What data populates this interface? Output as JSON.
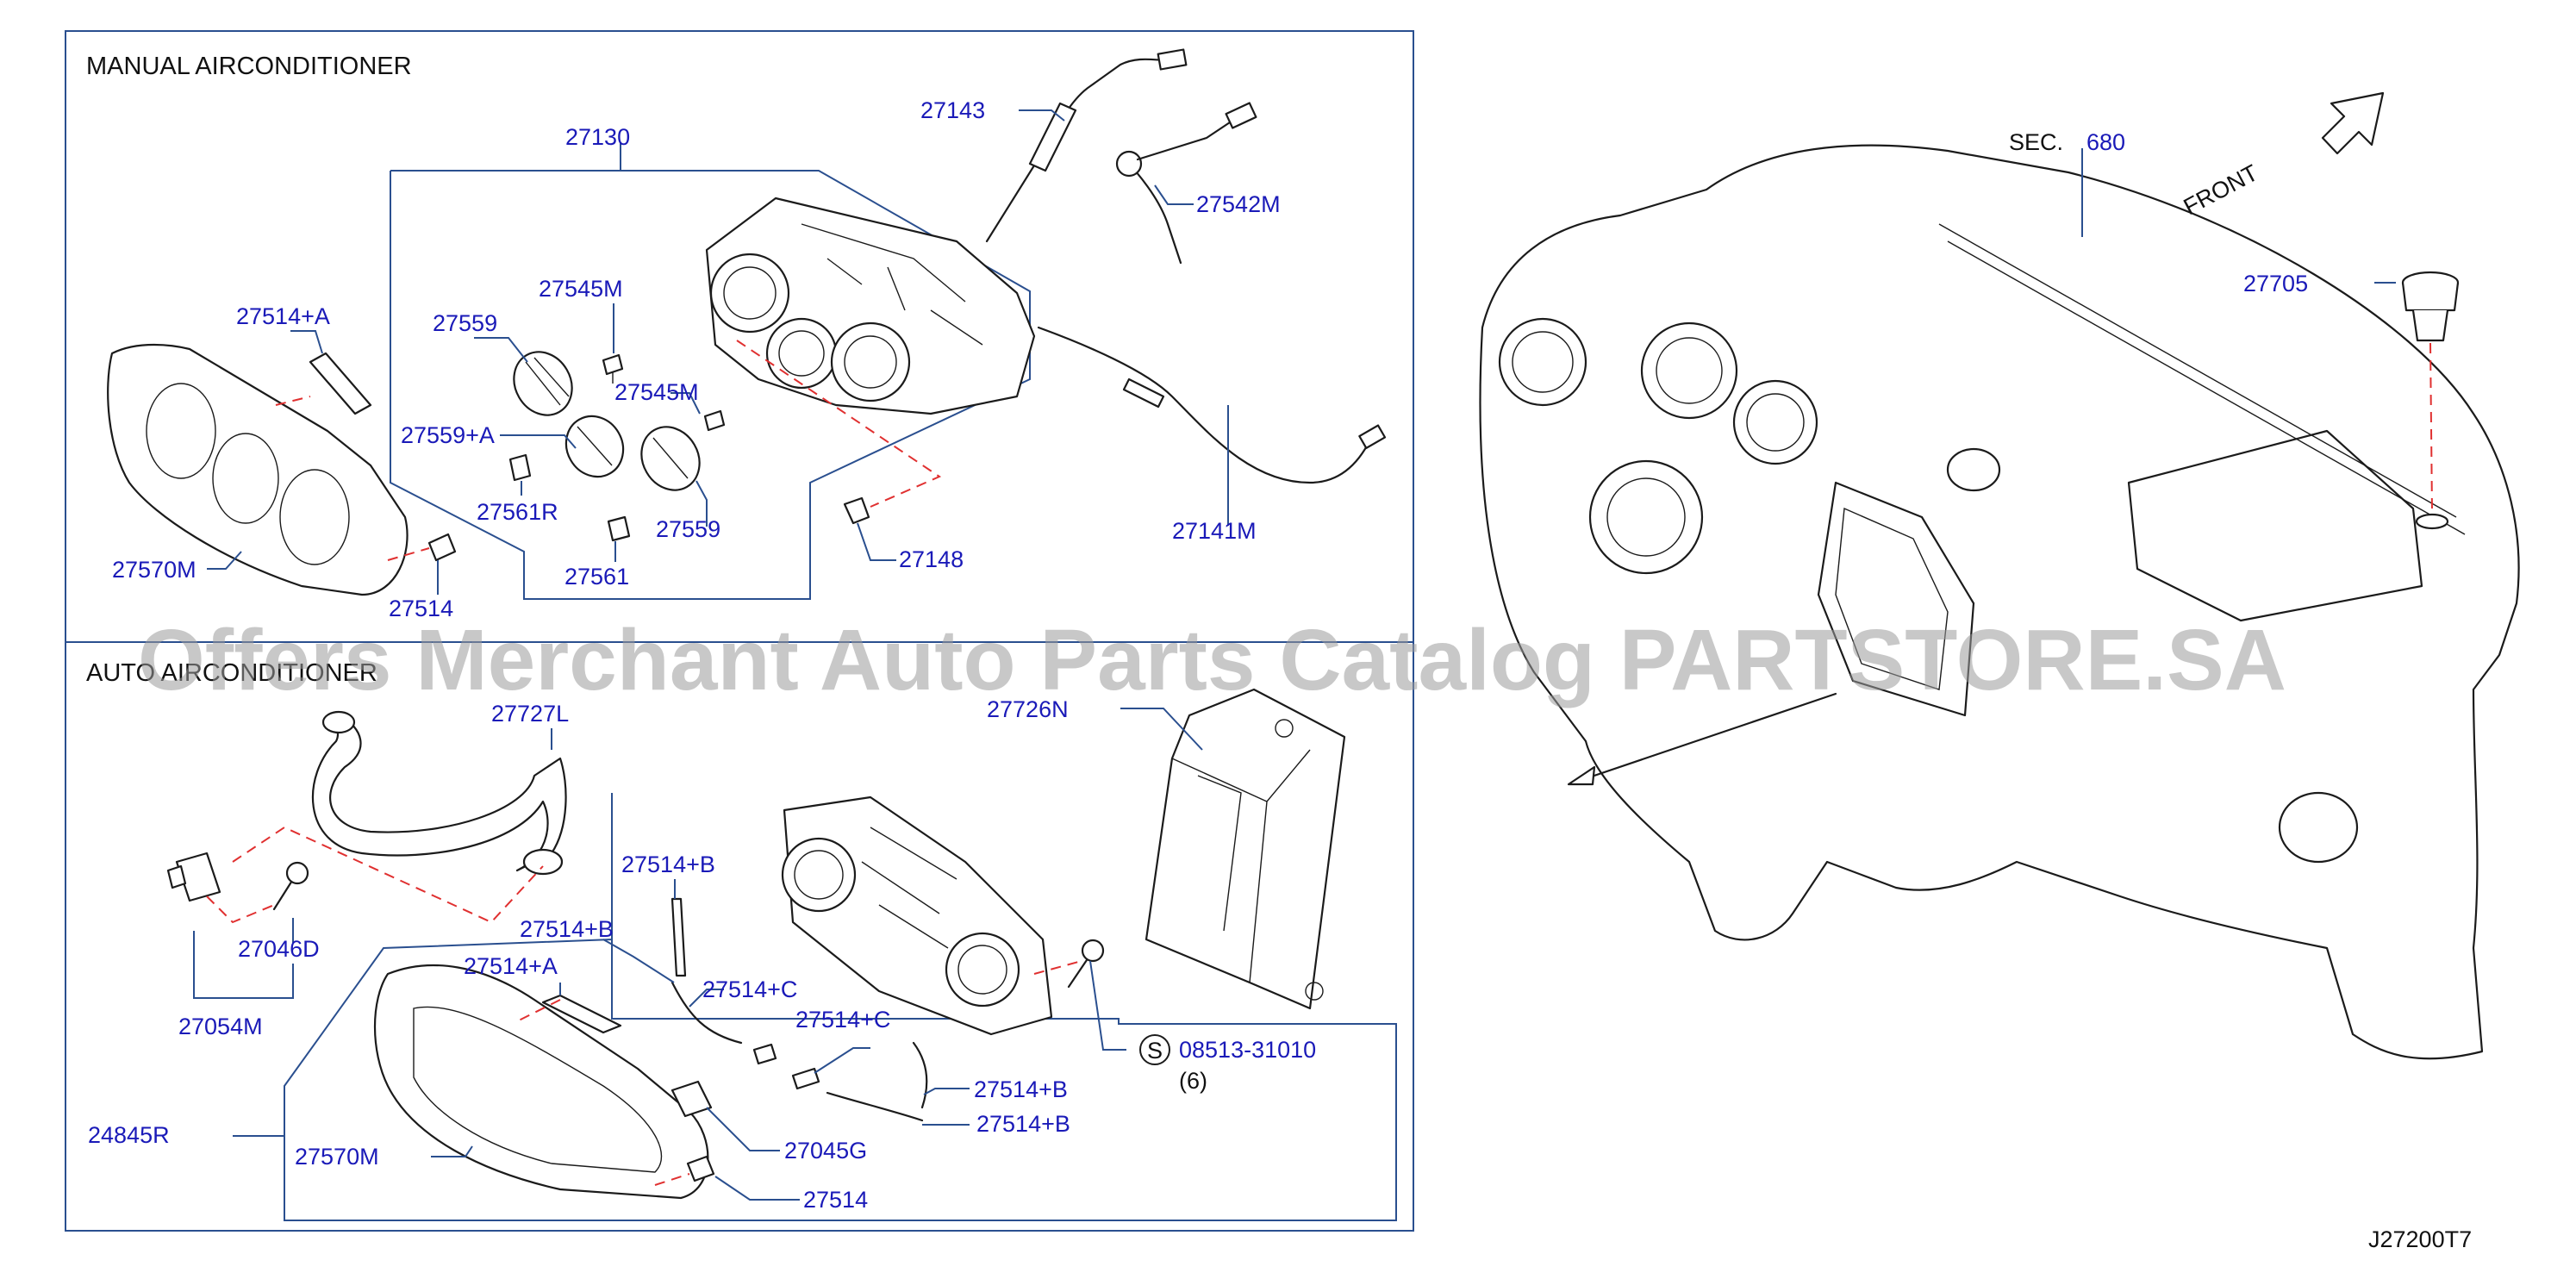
{
  "sections": {
    "manual": "MANUAL   AIRCONDITIONER",
    "auto": "AUTO AIRCONDITIONER"
  },
  "labels": {
    "p27143": "27143",
    "p27130": "27130",
    "p27542M": "27542M",
    "p27514A_top": "27514+A",
    "p27545M_a": "27545M",
    "p27559_a": "27559",
    "p27545M_b": "27545M",
    "p27559A": "27559+A",
    "p27561R": "27561R",
    "p27559_b": "27559",
    "p27561": "27561",
    "p27148": "27148",
    "p27141M": "27141M",
    "p27570M_top": "27570M",
    "p27514_top": "27514",
    "p27727L": "27727L",
    "p27726N": "27726N",
    "p27046D": "27046D",
    "p27054M": "27054M",
    "p27514B_a": "27514+B",
    "p27514B_b": "27514+B",
    "p27514A_bot": "27514+A",
    "p27514C_a": "27514+C",
    "p27514C_b": "27514+C",
    "p27514B_c": "27514+B",
    "p27514B_d": "27514+B",
    "p08513": "08513-31010",
    "p08513_qty": "(6)",
    "p24845R": "24845R",
    "p27570M_bot": "27570M",
    "p27045G": "27045G",
    "p27514_bot": "27514",
    "p27705": "27705",
    "sec": "SEC.",
    "sec_num": "680",
    "front": "FRONT",
    "screw_symbol": "S"
  },
  "diagram_code": "J27200T7",
  "watermark": "Offers Merchant Auto Parts Catalog PARTSTORE.SA",
  "colors": {
    "label": "#1a1ab8",
    "frame": "#2a4f8f",
    "dash": "#e03030",
    "watermark": "#9b9b9b"
  }
}
